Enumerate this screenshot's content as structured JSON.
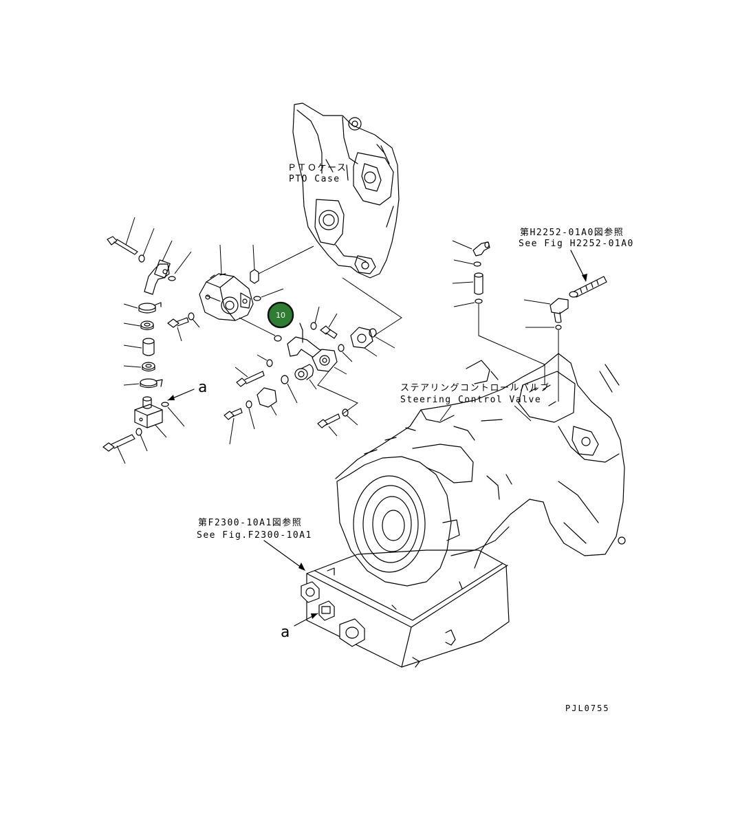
{
  "labels": {
    "pto_case_jp": "ＰＴＯケース",
    "pto_case_en": "PTO Case",
    "ref_h2252_jp": "第H2252-01A0図参照",
    "ref_h2252_en": "See Fig H2252-01A0",
    "steering_jp": "ステアリングコントロールバルブ",
    "steering_en": "Steering Control Valve",
    "ref_f2300_jp": "第F2300-10A1図参照",
    "ref_f2300_en": "See Fig.F2300-10A1",
    "arrow_a_1": "a",
    "arrow_a_2": "a",
    "drawing_code": "PJL0755"
  },
  "callout": {
    "number": "10",
    "color": "#2e7d32"
  }
}
